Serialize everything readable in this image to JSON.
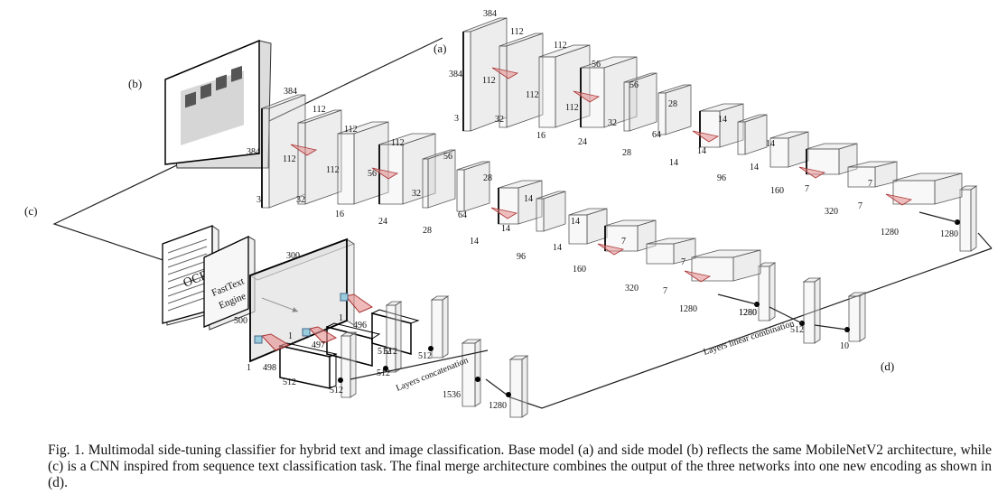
{
  "panel_labels": {
    "a": "(a)",
    "b": "(b)",
    "c": "(c)",
    "d": "(d)"
  },
  "base_model": {
    "labels": [
      "384",
      "384",
      "3",
      "112",
      "112",
      "112",
      "32",
      "112",
      "16",
      "56",
      "112",
      "24",
      "56",
      "32",
      "28",
      "28",
      "64",
      "14",
      "14",
      "14",
      "96",
      "14",
      "14",
      "160",
      "7",
      "7",
      "320",
      "7",
      "1280",
      "1280"
    ]
  },
  "side_model": {
    "labels": [
      "384",
      "384",
      "3",
      "112",
      "112",
      "112",
      "32",
      "112",
      "16",
      "112",
      "56",
      "24",
      "56",
      "32",
      "28",
      "28",
      "64",
      "14",
      "14",
      "14",
      "96",
      "14",
      "14",
      "160",
      "7",
      "7",
      "320",
      "7",
      "1280",
      "1280"
    ]
  },
  "text_model": {
    "doc_label": "OCR",
    "engine_label_1": "FastText",
    "engine_label_2": "Engine",
    "labels": [
      "300",
      "500",
      "1",
      "498",
      "1",
      "497",
      "1",
      "496",
      "512",
      "512",
      "512",
      "512",
      "512",
      "512",
      "1536",
      "1280"
    ],
    "concat_label": "Layers concatenation"
  },
  "merge": {
    "labels": [
      "1280",
      "512",
      "10"
    ],
    "combination_label": "Layers linear combination"
  },
  "caption": "Fig. 1.  Multimodal side-tuning classifier for hybrid text and image classification. Base model (a) and side model (b) reflects the same MobileNetV2 architecture, while (c) is a CNN inspired from sequence text classification task. The final merge architecture combines the output of the three networks into one new encoding as shown in (d)."
}
